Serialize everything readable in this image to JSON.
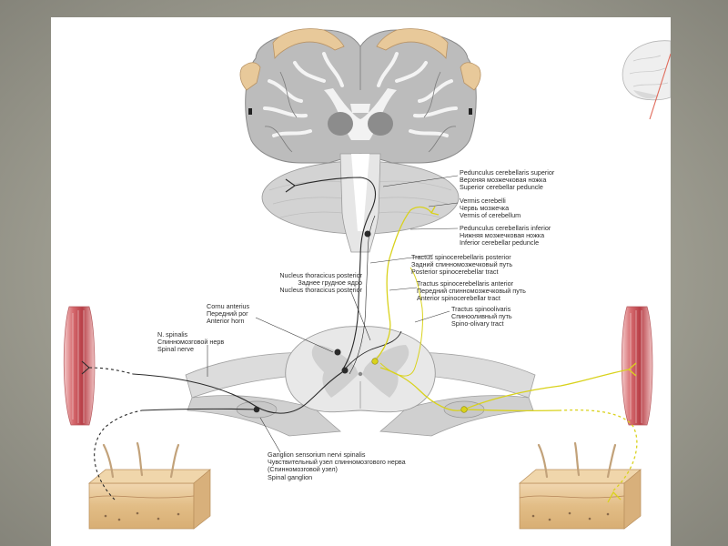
{
  "labels": {
    "ped_sup": [
      "Pedunculus cerebellaris superior",
      "Верхняя мозжечковая ножка",
      "Superior cerebellar peduncle"
    ],
    "vermis": [
      "Vermis cerebelli",
      "Червь мозжечка",
      "Vermis of cerebellum"
    ],
    "ped_inf": [
      "Pedunculus cerebellaris inferior",
      "Нижняя мозжечковая ножка",
      "Inferior cerebellar peduncle"
    ],
    "tract_post": [
      "Tractus spinocerebellaris posterior",
      "Задний спинномозжечковый путь",
      "Posterior spinocerebellar tract"
    ],
    "nucleus_thor": [
      "Nucleus thoracicus posterior",
      "Заднее грудное ядро",
      "Nucleus thoracicus posterior"
    ],
    "tract_ant": [
      "Tractus spinocerebellaris anterior",
      "Передний спинномозжечковый путь",
      "Anterior spinocerebellar tract"
    ],
    "cornu_ant": [
      "Cornu anterius",
      "Передний рог",
      "Anterior horn"
    ],
    "tract_olive": [
      "Tractus spinoolivaris",
      "Спинооливный путь",
      "Spino-olivary tract"
    ],
    "n_spinalis": [
      "N. spinalis",
      "Спинномозговой нерв",
      "Spinal nerve"
    ],
    "ganglion": [
      "Ganglion sensorium nervi spinalis",
      "Чувствительный узел спинномозгового нерва",
      "(Спинномозговой узел)",
      "Spinal ganglion"
    ]
  },
  "colors": {
    "yellow_tract": "#d9d21c",
    "black_tract": "#2a2a2a",
    "tissue_gray": "#c9c9c9",
    "skin_tan": "#e9c898",
    "muscle_red": "#c4545a"
  },
  "icons": {
    "brain_thumbnail": "brain-orientation-icon"
  }
}
